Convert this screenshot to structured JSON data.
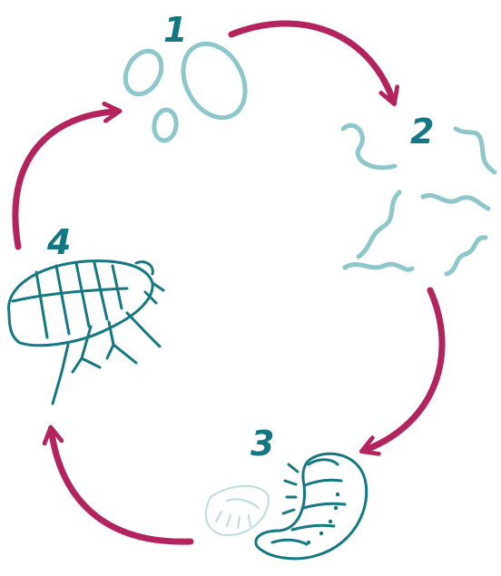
{
  "colors": {
    "arrow": "#b3235e",
    "teal": "#137883",
    "light_teal": "#8cc7cc",
    "pale_teal": "#b9dde0"
  },
  "stages": [
    {
      "number": "1",
      "icon": "flea-eggs-icon"
    },
    {
      "number": "2",
      "icon": "flea-larvae-icon"
    },
    {
      "number": "3",
      "icon": "flea-pupa-icon"
    },
    {
      "number": "4",
      "icon": "adult-flea-icon"
    }
  ]
}
